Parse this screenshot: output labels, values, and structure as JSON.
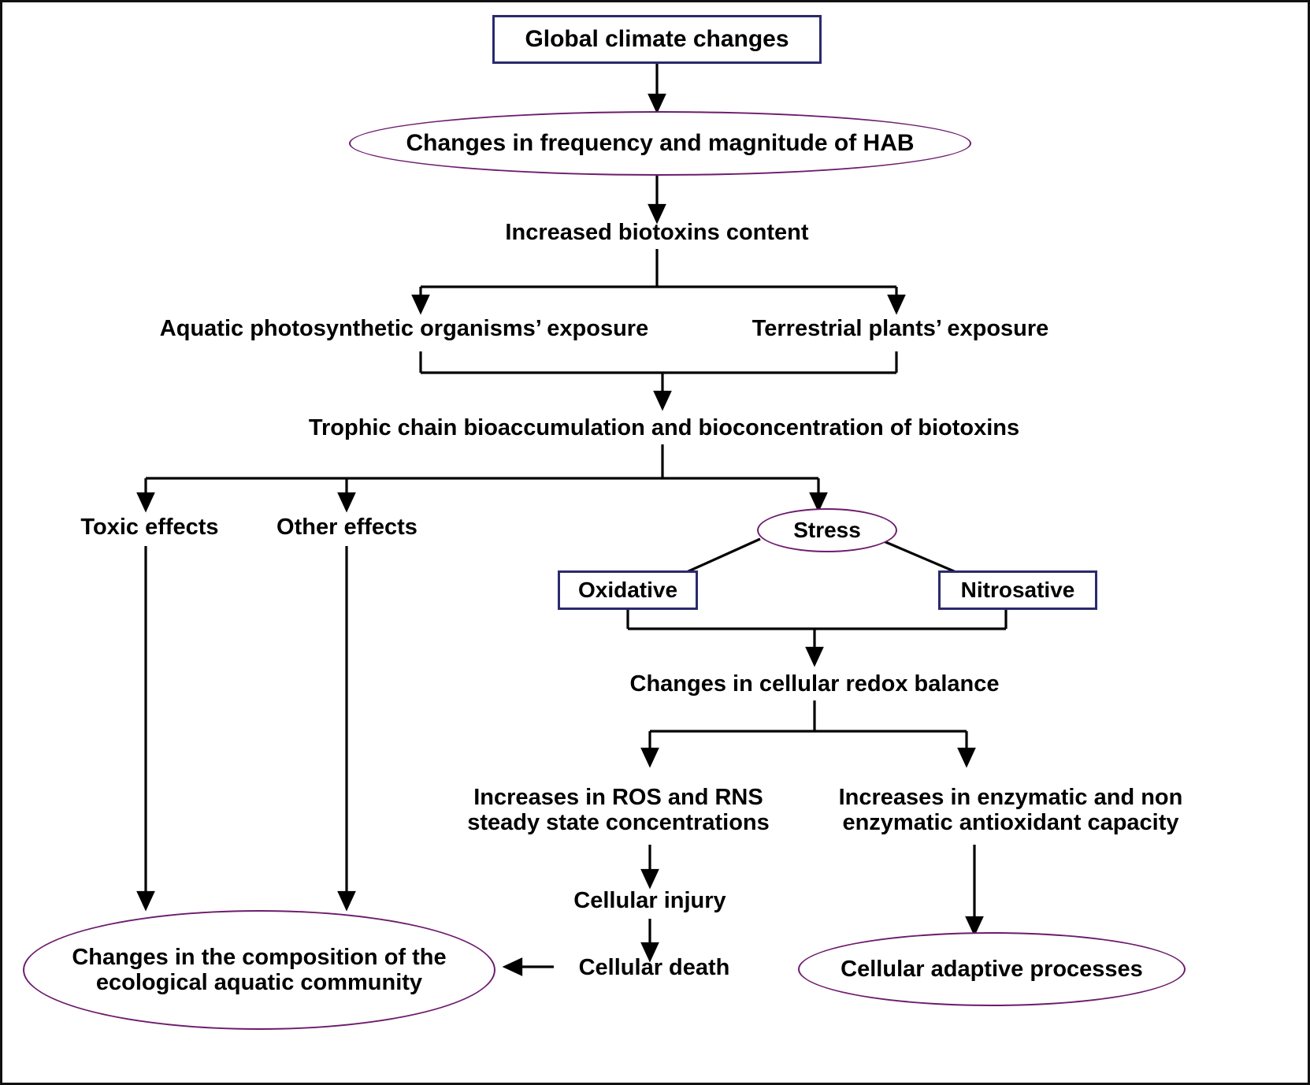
{
  "diagram": {
    "title": "Global climate changes and HAB biotoxin effects flowchart",
    "colors": {
      "box_border": "#2a2a6e",
      "ellipse_border": "#6d1b6d",
      "edge": "#000000",
      "text": "#000000",
      "frame": "#111111",
      "background": "#ffffff"
    },
    "nodes": [
      {
        "id": "global_climate_changes",
        "label": "Global climate changes",
        "shape": "box"
      },
      {
        "id": "changes_hab",
        "label": "Changes in frequency and magnitude of HAB",
        "shape": "ellipse"
      },
      {
        "id": "increased_biotoxins",
        "label": "Increased biotoxins content",
        "shape": "plain"
      },
      {
        "id": "aquatic_exposure",
        "label": "Aquatic photosynthetic organisms’ exposure",
        "shape": "plain"
      },
      {
        "id": "terrestrial_exposure",
        "label": "Terrestrial plants’ exposure",
        "shape": "plain"
      },
      {
        "id": "trophic_chain",
        "label": "Trophic chain bioaccumulation and bioconcentration of biotoxins",
        "shape": "plain"
      },
      {
        "id": "toxic_effects",
        "label": "Toxic effects",
        "shape": "plain"
      },
      {
        "id": "other_effects",
        "label": "Other effects",
        "shape": "plain"
      },
      {
        "id": "stress",
        "label": "Stress",
        "shape": "ellipse"
      },
      {
        "id": "oxidative",
        "label": "Oxidative",
        "shape": "box"
      },
      {
        "id": "nitrosative",
        "label": "Nitrosative",
        "shape": "box"
      },
      {
        "id": "redox_balance",
        "label": "Changes in cellular redox balance",
        "shape": "plain"
      },
      {
        "id": "ros_rns",
        "label": "Increases in ROS and RNS\nsteady state concentrations",
        "shape": "plain"
      },
      {
        "id": "antioxidant_capacity",
        "label": "Increases in enzymatic and non\nenzymatic antioxidant capacity",
        "shape": "plain"
      },
      {
        "id": "cellular_injury",
        "label": "Cellular injury",
        "shape": "plain"
      },
      {
        "id": "cellular_death",
        "label": "Cellular death",
        "shape": "plain"
      },
      {
        "id": "ecological_community",
        "label": "Changes in the composition of the\necological aquatic community",
        "shape": "ellipse"
      },
      {
        "id": "cellular_adaptive",
        "label": "Cellular adaptive processes",
        "shape": "ellipse"
      }
    ],
    "edges": [
      {
        "from": "global_climate_changes",
        "to": "changes_hab",
        "type": "straight-down"
      },
      {
        "from": "changes_hab",
        "to": "increased_biotoxins",
        "type": "straight-down"
      },
      {
        "from": "increased_biotoxins",
        "to": "aquatic_exposure",
        "type": "split-down"
      },
      {
        "from": "increased_biotoxins",
        "to": "terrestrial_exposure",
        "type": "split-down"
      },
      {
        "from": "aquatic_exposure",
        "to": "trophic_chain",
        "type": "merge-down"
      },
      {
        "from": "terrestrial_exposure",
        "to": "trophic_chain",
        "type": "merge-down"
      },
      {
        "from": "trophic_chain",
        "to": "toxic_effects",
        "type": "split-down"
      },
      {
        "from": "trophic_chain",
        "to": "other_effects",
        "type": "split-down"
      },
      {
        "from": "trophic_chain",
        "to": "stress",
        "type": "split-down"
      },
      {
        "from": "stress",
        "to": "oxidative",
        "type": "diagonal"
      },
      {
        "from": "stress",
        "to": "nitrosative",
        "type": "diagonal"
      },
      {
        "from": "oxidative",
        "to": "redox_balance",
        "type": "merge-down"
      },
      {
        "from": "nitrosative",
        "to": "redox_balance",
        "type": "merge-down"
      },
      {
        "from": "redox_balance",
        "to": "ros_rns",
        "type": "split-down"
      },
      {
        "from": "redox_balance",
        "to": "antioxidant_capacity",
        "type": "split-down"
      },
      {
        "from": "ros_rns",
        "to": "cellular_injury",
        "type": "straight-down"
      },
      {
        "from": "cellular_injury",
        "to": "cellular_death",
        "type": "straight-down"
      },
      {
        "from": "antioxidant_capacity",
        "to": "cellular_adaptive",
        "type": "straight-down"
      },
      {
        "from": "toxic_effects",
        "to": "ecological_community",
        "type": "straight-down"
      },
      {
        "from": "other_effects",
        "to": "ecological_community",
        "type": "straight-down"
      },
      {
        "from": "cellular_death",
        "to": "ecological_community",
        "type": "straight-left"
      }
    ]
  }
}
